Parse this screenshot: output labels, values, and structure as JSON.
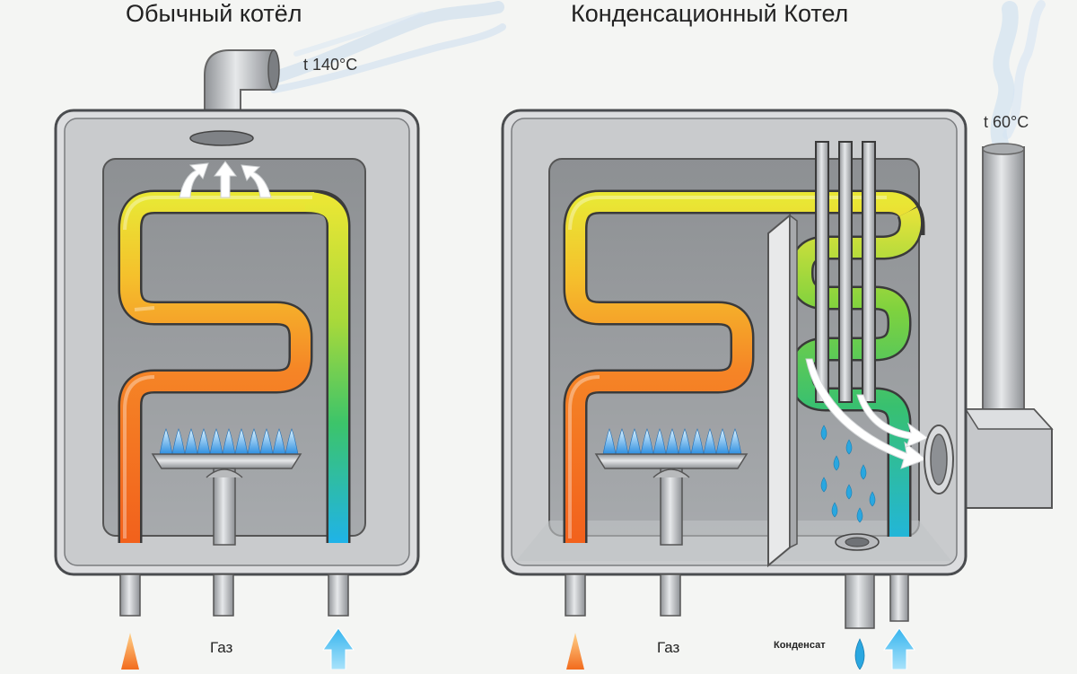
{
  "diagrams": [
    {
      "title": "Обычный котёл",
      "flue_temperature": "t 140°C",
      "gas_label": "Газ"
    },
    {
      "title": "Конденсационный Котел",
      "flue_temperature": "t 60°C",
      "gas_label": "Газ",
      "condensate_label": "Конденсат"
    }
  ],
  "colors": {
    "hot_pipe": "#f26b1d",
    "mid_pipe": "#f5b82e",
    "warm_pipe": "#e8e43a",
    "cool_pipe": "#3cc46a",
    "cold_pipe": "#1fb3e8",
    "flame": "#2f9ae0",
    "boiler_body": "#d9dadb",
    "chamber": "#9ea1a4"
  }
}
